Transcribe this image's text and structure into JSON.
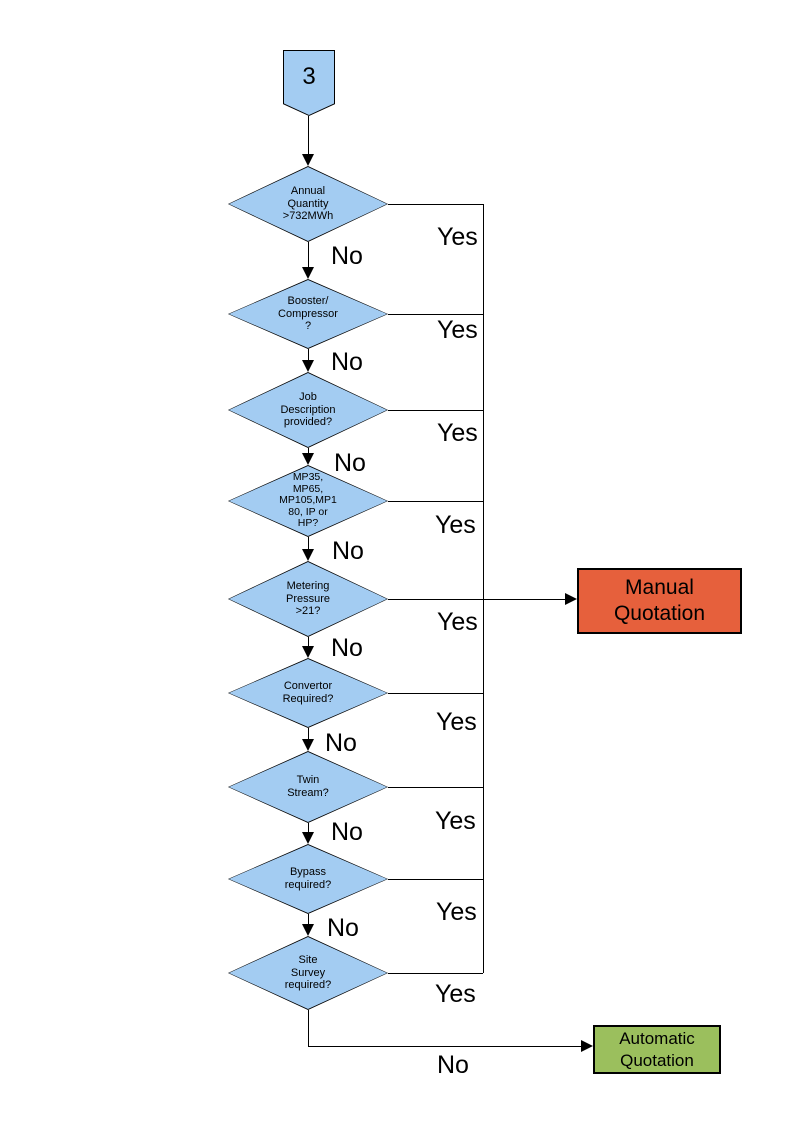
{
  "page": {
    "type": "flowchart",
    "background": "#FFFFFF"
  },
  "colors": {
    "decision_fill": "#A3CCF2",
    "shape_border": "#000000",
    "connector_line": "#000000",
    "manual_quotation_fill": "#E6603C",
    "automatic_quotation_fill": "#9BBF5D"
  },
  "offpage_connector": {
    "label": "3"
  },
  "decisions": [
    {
      "label": "Annual\nQuantity\n>732MWh"
    },
    {
      "label": "Booster/\nCompressor\n?"
    },
    {
      "label": "Job\nDescription\nprovided?"
    },
    {
      "label": "MP35,\nMP65,\nMP105,MP1\n80, IP or\nHP?"
    },
    {
      "label": "Metering\nPressure\n>21?"
    },
    {
      "label": "Convertor\nRequired?"
    },
    {
      "label": "Twin\nStream?"
    },
    {
      "label": "Bypass\nrequired?"
    },
    {
      "label": "Site\nSurvey\nrequired?"
    }
  ],
  "edges": {
    "yes_labels": [
      "Yes",
      "Yes",
      "Yes",
      "Yes",
      "Yes",
      "Yes",
      "Yes",
      "Yes",
      "Yes"
    ],
    "no_labels": [
      "No",
      "No",
      "No",
      "No",
      "No",
      "No",
      "No",
      "No",
      "No"
    ]
  },
  "outcomes": {
    "manual": {
      "label": "Manual\nQuotation"
    },
    "automatic": {
      "label": "Automatic\nQuotation"
    }
  }
}
